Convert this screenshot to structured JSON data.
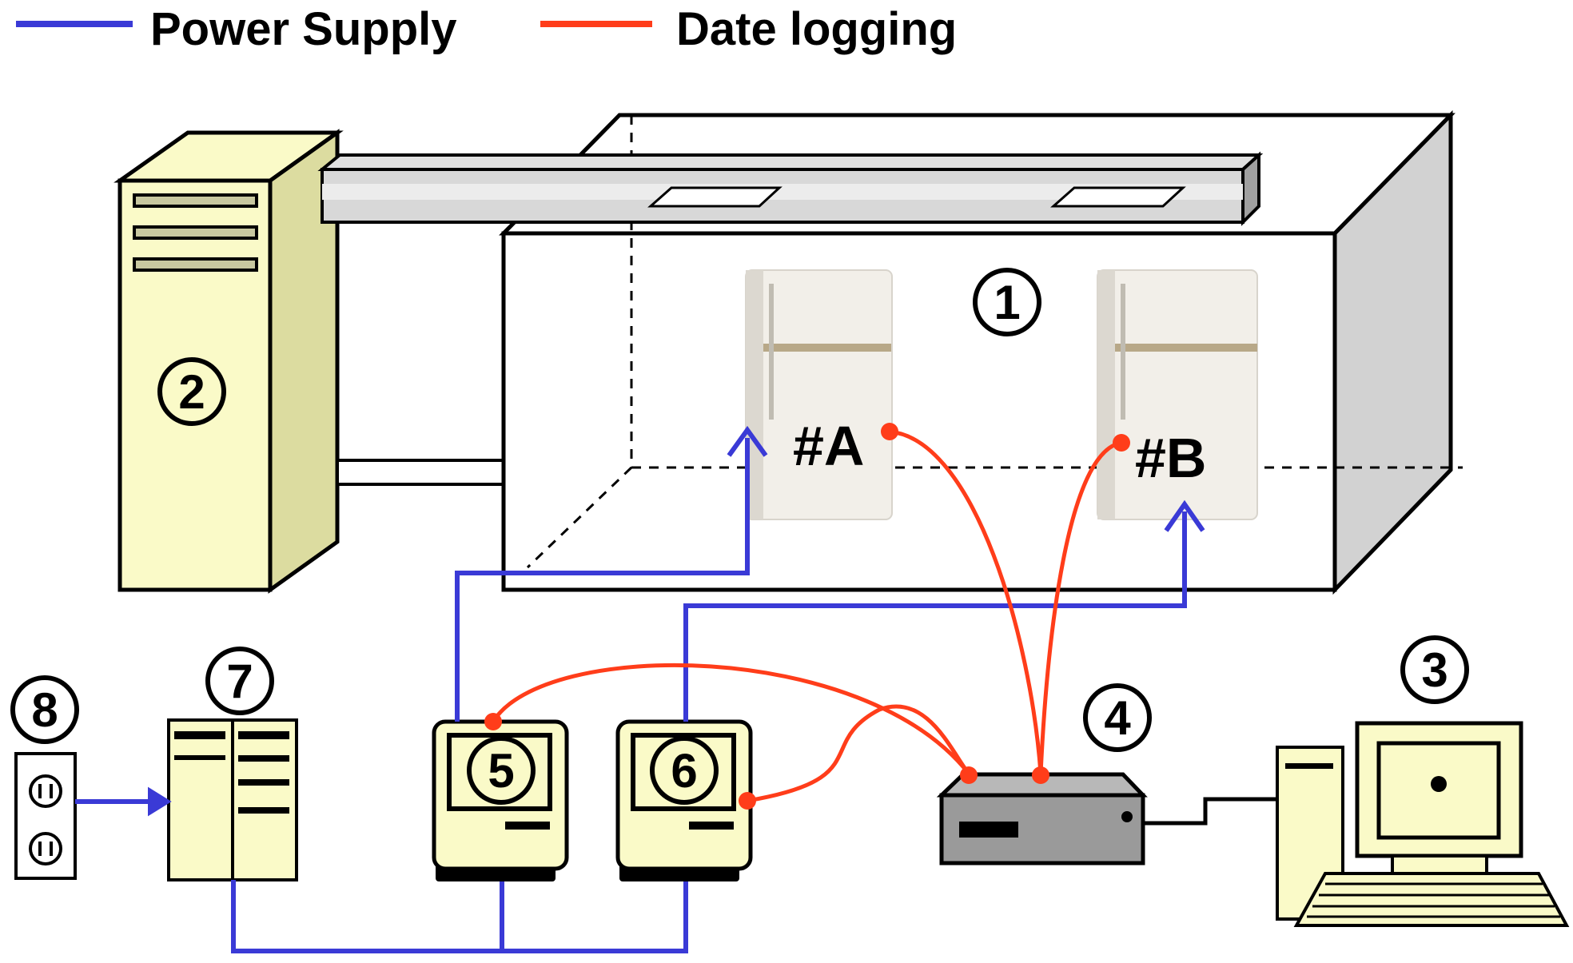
{
  "legend": {
    "power_label": "Power Supply",
    "data_label": "Date logging"
  },
  "colors": {
    "power": "#3a3ad6",
    "data": "#ff3d1a",
    "device_fill": "#fafac8",
    "chamber_side": "#d2d2d2",
    "logger_fill": "#9a9a9a"
  },
  "refrigerators": {
    "a_label": "#A",
    "b_label": "#B"
  },
  "markers": {
    "m1": "1",
    "m2": "2",
    "m3": "3",
    "m4": "4",
    "m5": "5",
    "m6": "6",
    "m7": "7",
    "m8": "8"
  },
  "icons": {
    "chamber": "test-chamber",
    "air_handler": "air-conditioning-unit",
    "refrigerator": "refrigerator",
    "data_logger": "data-logger",
    "pc": "desktop-computer",
    "power_analyzer": "power-meter",
    "power_distributor": "power-distribution-unit",
    "outlet": "wall-outlet"
  }
}
